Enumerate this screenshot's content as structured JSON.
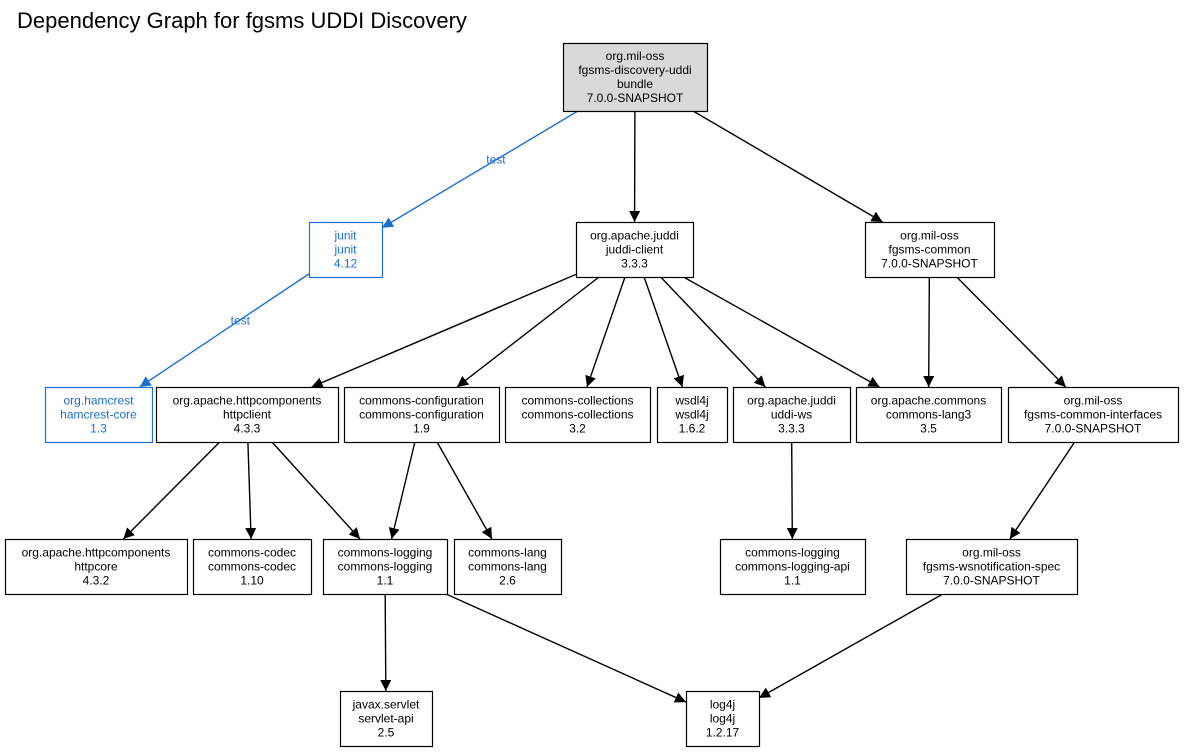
{
  "title": "Dependency Graph for fgsms UDDI Discovery",
  "colors": {
    "default": "#000000",
    "test": "#1e6fd0",
    "root_fill": "#d9d9d9",
    "node_fill": "#ffffff"
  },
  "nodes": [
    {
      "id": "root",
      "lines": [
        "org.mil-oss",
        "fgsms-discovery-uddi",
        "bundle",
        "7.0.0-SNAPSHOT"
      ],
      "style": "root"
    },
    {
      "id": "junit",
      "lines": [
        "junit",
        "junit",
        "4.12"
      ],
      "style": "test"
    },
    {
      "id": "juddi-client",
      "lines": [
        "org.apache.juddi",
        "juddi-client",
        "3.3.3"
      ],
      "style": "normal"
    },
    {
      "id": "fgsms-common",
      "lines": [
        "org.mil-oss",
        "fgsms-common",
        "7.0.0-SNAPSHOT"
      ],
      "style": "normal"
    },
    {
      "id": "hamcrest",
      "lines": [
        "org.hamcrest",
        "hamcrest-core",
        "1.3"
      ],
      "style": "test"
    },
    {
      "id": "httpclient",
      "lines": [
        "org.apache.httpcomponents",
        "httpclient",
        "4.3.3"
      ],
      "style": "normal"
    },
    {
      "id": "commons-configuration",
      "lines": [
        "commons-configuration",
        "commons-configuration",
        "1.9"
      ],
      "style": "normal"
    },
    {
      "id": "commons-collections",
      "lines": [
        "commons-collections",
        "commons-collections",
        "3.2"
      ],
      "style": "normal"
    },
    {
      "id": "wsdl4j",
      "lines": [
        "wsdl4j",
        "wsdl4j",
        "1.6.2"
      ],
      "style": "normal"
    },
    {
      "id": "uddi-ws",
      "lines": [
        "org.apache.juddi",
        "uddi-ws",
        "3.3.3"
      ],
      "style": "normal"
    },
    {
      "id": "commons-lang3",
      "lines": [
        "org.apache.commons",
        "commons-lang3",
        "3.5"
      ],
      "style": "normal"
    },
    {
      "id": "fgsms-common-interfaces",
      "lines": [
        "org.mil-oss",
        "fgsms-common-interfaces",
        "7.0.0-SNAPSHOT"
      ],
      "style": "normal"
    },
    {
      "id": "httpcore",
      "lines": [
        "org.apache.httpcomponents",
        "httpcore",
        "4.3.2"
      ],
      "style": "normal"
    },
    {
      "id": "commons-codec",
      "lines": [
        "commons-codec",
        "commons-codec",
        "1.10"
      ],
      "style": "normal"
    },
    {
      "id": "commons-logging",
      "lines": [
        "commons-logging",
        "commons-logging",
        "1.1"
      ],
      "style": "normal"
    },
    {
      "id": "commons-lang",
      "lines": [
        "commons-lang",
        "commons-lang",
        "2.6"
      ],
      "style": "normal"
    },
    {
      "id": "commons-logging-api",
      "lines": [
        "commons-logging",
        "commons-logging-api",
        "1.1"
      ],
      "style": "normal"
    },
    {
      "id": "wsnotification-spec",
      "lines": [
        "org.mil-oss",
        "fgsms-wsnotification-spec",
        "7.0.0-SNAPSHOT"
      ],
      "style": "normal"
    },
    {
      "id": "servlet-api",
      "lines": [
        "javax.servlet",
        "servlet-api",
        "2.5"
      ],
      "style": "normal"
    },
    {
      "id": "log4j",
      "lines": [
        "log4j",
        "log4j",
        "1.2.17"
      ],
      "style": "normal"
    }
  ],
  "edges": [
    {
      "from": "root",
      "to": "junit",
      "label": "test",
      "style": "test"
    },
    {
      "from": "root",
      "to": "juddi-client",
      "label": "",
      "style": "normal"
    },
    {
      "from": "root",
      "to": "fgsms-common",
      "label": "",
      "style": "normal"
    },
    {
      "from": "junit",
      "to": "hamcrest",
      "label": "test",
      "style": "test"
    },
    {
      "from": "juddi-client",
      "to": "httpclient",
      "label": "",
      "style": "normal"
    },
    {
      "from": "juddi-client",
      "to": "commons-configuration",
      "label": "",
      "style": "normal"
    },
    {
      "from": "juddi-client",
      "to": "commons-collections",
      "label": "",
      "style": "normal"
    },
    {
      "from": "juddi-client",
      "to": "wsdl4j",
      "label": "",
      "style": "normal"
    },
    {
      "from": "juddi-client",
      "to": "uddi-ws",
      "label": "",
      "style": "normal"
    },
    {
      "from": "juddi-client",
      "to": "commons-lang3",
      "label": "",
      "style": "normal"
    },
    {
      "from": "fgsms-common",
      "to": "commons-lang3",
      "label": "",
      "style": "normal"
    },
    {
      "from": "fgsms-common",
      "to": "fgsms-common-interfaces",
      "label": "",
      "style": "normal"
    },
    {
      "from": "httpclient",
      "to": "httpcore",
      "label": "",
      "style": "normal"
    },
    {
      "from": "httpclient",
      "to": "commons-codec",
      "label": "",
      "style": "normal"
    },
    {
      "from": "httpclient",
      "to": "commons-logging",
      "label": "",
      "style": "normal"
    },
    {
      "from": "commons-configuration",
      "to": "commons-logging",
      "label": "",
      "style": "normal"
    },
    {
      "from": "commons-configuration",
      "to": "commons-lang",
      "label": "",
      "style": "normal"
    },
    {
      "from": "uddi-ws",
      "to": "commons-logging-api",
      "label": "",
      "style": "normal"
    },
    {
      "from": "fgsms-common-interfaces",
      "to": "wsnotification-spec",
      "label": "",
      "style": "normal"
    },
    {
      "from": "commons-logging",
      "to": "servlet-api",
      "label": "",
      "style": "normal"
    },
    {
      "from": "commons-logging",
      "to": "log4j",
      "label": "",
      "style": "normal"
    },
    {
      "from": "wsnotification-spec",
      "to": "log4j",
      "label": "",
      "style": "normal"
    }
  ]
}
